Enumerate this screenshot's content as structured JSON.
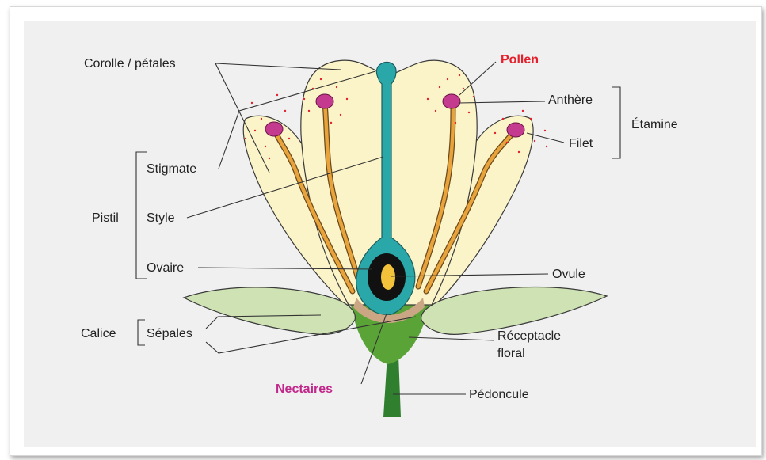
{
  "labels": {
    "corolle": "Corolle / pétales",
    "pollen": "Pollen",
    "anthere": "Anthère",
    "etamine": "Étamine",
    "filet": "Filet",
    "stigmate": "Stigmate",
    "pistil": "Pistil",
    "style": "Style",
    "ovaire": "Ovaire",
    "ovule": "Ovule",
    "calice": "Calice",
    "sepales": "Sépales",
    "receptacle_line1": "Réceptacle",
    "receptacle_line2": "floral",
    "nectaires": "Nectaires",
    "pedoncule": "Pédoncule"
  },
  "colors": {
    "background": "#f0f0f0",
    "petal": "#fbf4c8",
    "pistil": "#2aa7a8",
    "stamen_filament": "#e8a33a",
    "anther": "#c43a8f",
    "pollen": "#e3202b",
    "sepal": "#cfe2b4",
    "receptacle": "#5aa437",
    "peduncle": "#2f7f2f",
    "ovary_dark": "#111111",
    "ovule": "#f2c23a",
    "nectaries": "#caa684",
    "pollen_label": "#e3202b",
    "nectaires_label": "#c2288b"
  }
}
